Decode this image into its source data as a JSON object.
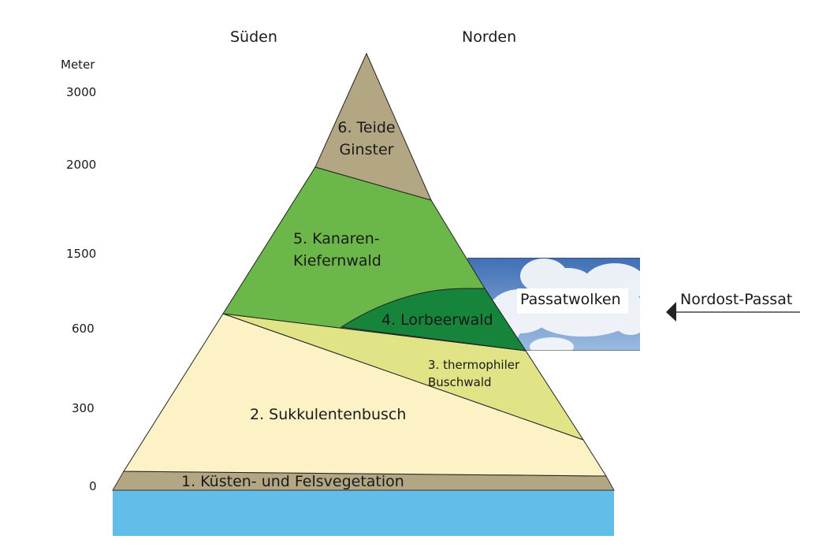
{
  "headers": {
    "south": "Süden",
    "north": "Norden"
  },
  "axis": {
    "unit": "Meter",
    "ticks": [
      "3000",
      "2000",
      "1500",
      "600",
      "300",
      "0"
    ]
  },
  "zones": {
    "z6": {
      "line1": "6. Teide",
      "line2": "Ginster"
    },
    "z5": {
      "line1": "5. Kanaren-",
      "line2": "Kiefernwald"
    },
    "z4": {
      "label": "4. Lorbeerwald"
    },
    "z3": {
      "line1": "3. thermophiler",
      "line2": "Buschwald"
    },
    "z2": {
      "label": "2. Sukkulentenbusch"
    },
    "z1": {
      "label": "1. Küsten- und Felsvegetation"
    }
  },
  "clouds": {
    "label": "Passatwolken"
  },
  "wind": {
    "label": "Nordost-Passat"
  },
  "colors": {
    "teide": "#b3a683",
    "kiefer": "#6bb74a",
    "lorbeer": "#16843a",
    "thermo": "#e0e487",
    "sukkulent": "#fcf2c6",
    "kueste": "#b3a683",
    "sea": "#62bde9"
  }
}
